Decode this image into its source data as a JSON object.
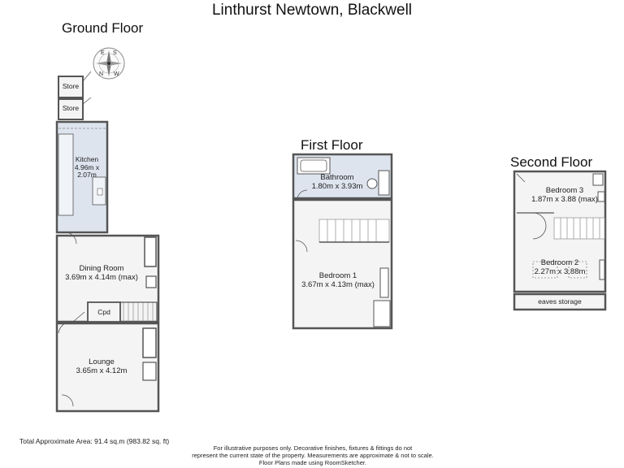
{
  "title": "Linthurst Newtown, Blackwell",
  "floors": {
    "ground": {
      "title": "Ground Floor",
      "rooms": {
        "store_top": "Store",
        "store_bottom": "Store",
        "kitchen": [
          "Kitchen",
          "4.96m x",
          "2.07m"
        ],
        "dining": [
          "Dining Room",
          "3.69m x 4.14m (max)"
        ],
        "cpd": "Cpd",
        "lounge": [
          "Lounge",
          "3.65m x 4.12m"
        ]
      },
      "compass": {
        "n": "N",
        "e": "E",
        "s": "S",
        "w": "W"
      }
    },
    "first": {
      "title": "First Floor",
      "rooms": {
        "bathroom": [
          "Bathroom",
          "1.80m x 3.93m"
        ],
        "bedroom1": [
          "Bedroom 1",
          "3.67m x 4.13m (max)"
        ]
      }
    },
    "second": {
      "title": "Second Floor",
      "rooms": {
        "bedroom3": [
          "Bedroom 3",
          "1.87m x 3.88 (max)"
        ],
        "bedroom2": [
          "Bedroom 2",
          "2.27m x 3.88m"
        ],
        "eaves": "eaves storage"
      }
    }
  },
  "total_area": "Total Approximate Area: 91.4 sq.m (983.82 sq. ft)",
  "disclaimer": [
    "For illustrative purposes only. Decorative finishes, fixtures & fittings do not",
    "represent the current state of the property. Measurements are approximate & not to scale.",
    "Floor Plans made using RoomSketcher."
  ],
  "colors": {
    "wall": "#555555",
    "floor_tile": "#dde4ee",
    "floor_plain": "#f4f4f4",
    "stairs": "#9a9a9a"
  }
}
